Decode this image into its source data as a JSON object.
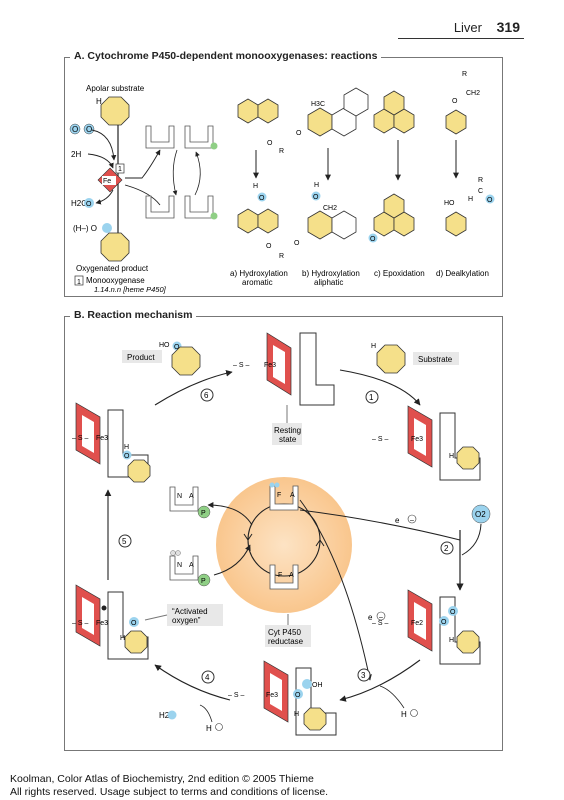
{
  "header": {
    "chapter": "Liver",
    "page": "319"
  },
  "panelA": {
    "title": "A. Cytochrome P450-dependent monooxygenases: reactions",
    "apolar": "Apolar substrate",
    "h": "H",
    "o": "O",
    "twoH": "2H",
    "fe": "Fe",
    "h2o": "H2O",
    "hminus": "(H–) O",
    "oxy": "Oxygenated product",
    "enz_num": "1",
    "enz1": "Monooxygenase",
    "enz2": "1.14.n.n [heme P450]",
    "r": "R",
    "h3c": "H3C",
    "ch2": "CH2",
    "ho": "HO",
    "cap_a1": "a) Hydroxylation",
    "cap_a2": "aromatic",
    "cap_b1": "b) Hydroxylation",
    "cap_b2": "aliphatic",
    "cap_c": "c) Epoxidation",
    "cap_d": "d) Dealkylation"
  },
  "panelB": {
    "title": "B. Reaction mechanism",
    "product": "Product",
    "substrate": "Substrate",
    "ho": "HO",
    "h": "H",
    "o": "O",
    "oh": "OH",
    "s": "– S –",
    "fe3": "Fe3",
    "fe2": "Fe2",
    "resting1": "Resting",
    "resting2": "state",
    "steps": [
      "1",
      "2",
      "3",
      "4",
      "5",
      "6"
    ],
    "e": "e",
    "o2": "O2",
    "h2o": "H2O",
    "hplus": "H",
    "act1": "“Activated",
    "act2": "oxygen”",
    "red1": "Cyt P450",
    "red2": "reductase",
    "f": "F",
    "a": "A",
    "n": "N",
    "p": "P"
  },
  "footer": {
    "line1": "Koolman, Color Atlas of Biochemistry, 2nd edition © 2005 Thieme",
    "line2": "All rights reserved. Usage subject to terms and conditions of license."
  }
}
